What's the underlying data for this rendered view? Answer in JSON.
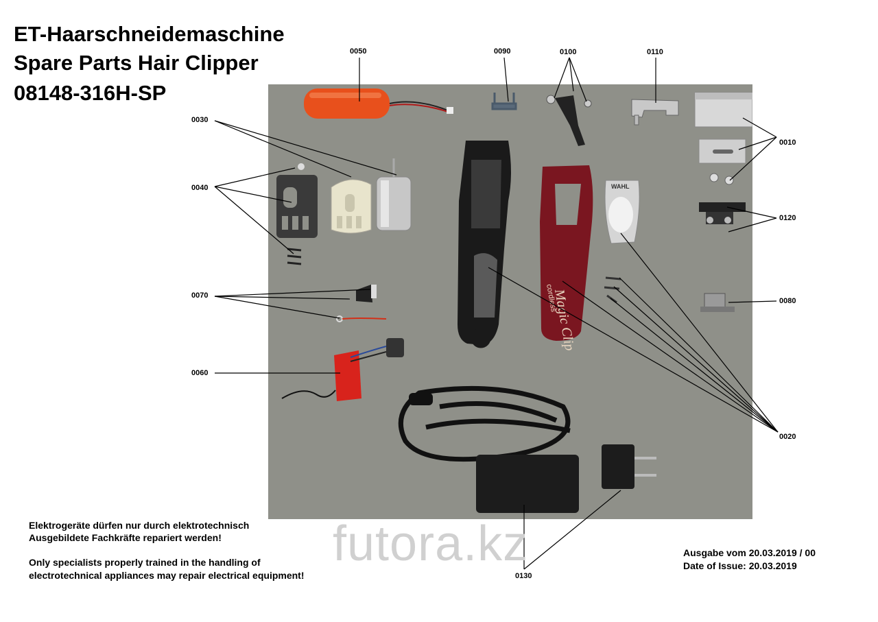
{
  "title": {
    "line1": "ET-Haarschneidemaschine",
    "line2": "Spare Parts Hair Clipper",
    "line3": "08148-316H-SP"
  },
  "part_labels": {
    "p0010": "0010",
    "p0020": "0020",
    "p0030": "0030",
    "p0040": "0040",
    "p0050": "0050",
    "p0060": "0060",
    "p0070": "0070",
    "p0080": "0080",
    "p0090": "0090",
    "p0100": "0100",
    "p0110": "0110",
    "p0120": "0120",
    "p0130": "0130"
  },
  "notice": {
    "de_line1": "Elektrogeräte dürfen nur durch elektrotechnisch",
    "de_line2": "Ausgebildete Fachkräfte repariert werden!",
    "en_line1": "Only specialists properly trained in the handling of",
    "en_line2": "electrotechnical appliances may repair electrical equipment!"
  },
  "issue": {
    "line1": "Ausgabe vom 20.03.2019 / 00",
    "line2": "Date of Issue:  20.03.2019"
  },
  "watermark": "futora.kz",
  "photo_text": {
    "brand": "WAHL",
    "script": "Magic Clip",
    "sub": "cordless"
  },
  "colors": {
    "photo_bg": "#8f9089",
    "battery": "#e8501c",
    "pcb": "#d8231c",
    "clipper_shell": "#7a1620"
  }
}
